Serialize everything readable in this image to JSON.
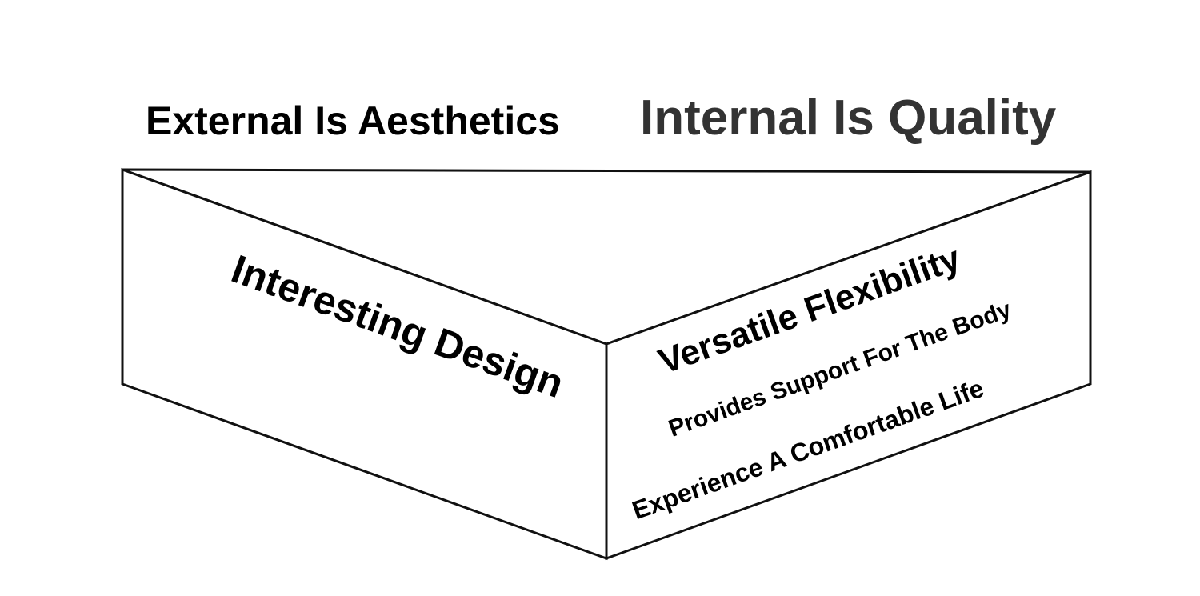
{
  "headings": {
    "external": "External Is Aesthetics",
    "internal": "Internal Is Quality"
  },
  "left_face": {
    "label": "Interesting Design"
  },
  "right_face": {
    "items": [
      "Versatile Flexibility",
      "Provides Support For The Body",
      "Experience A Comfortable Life"
    ]
  }
}
